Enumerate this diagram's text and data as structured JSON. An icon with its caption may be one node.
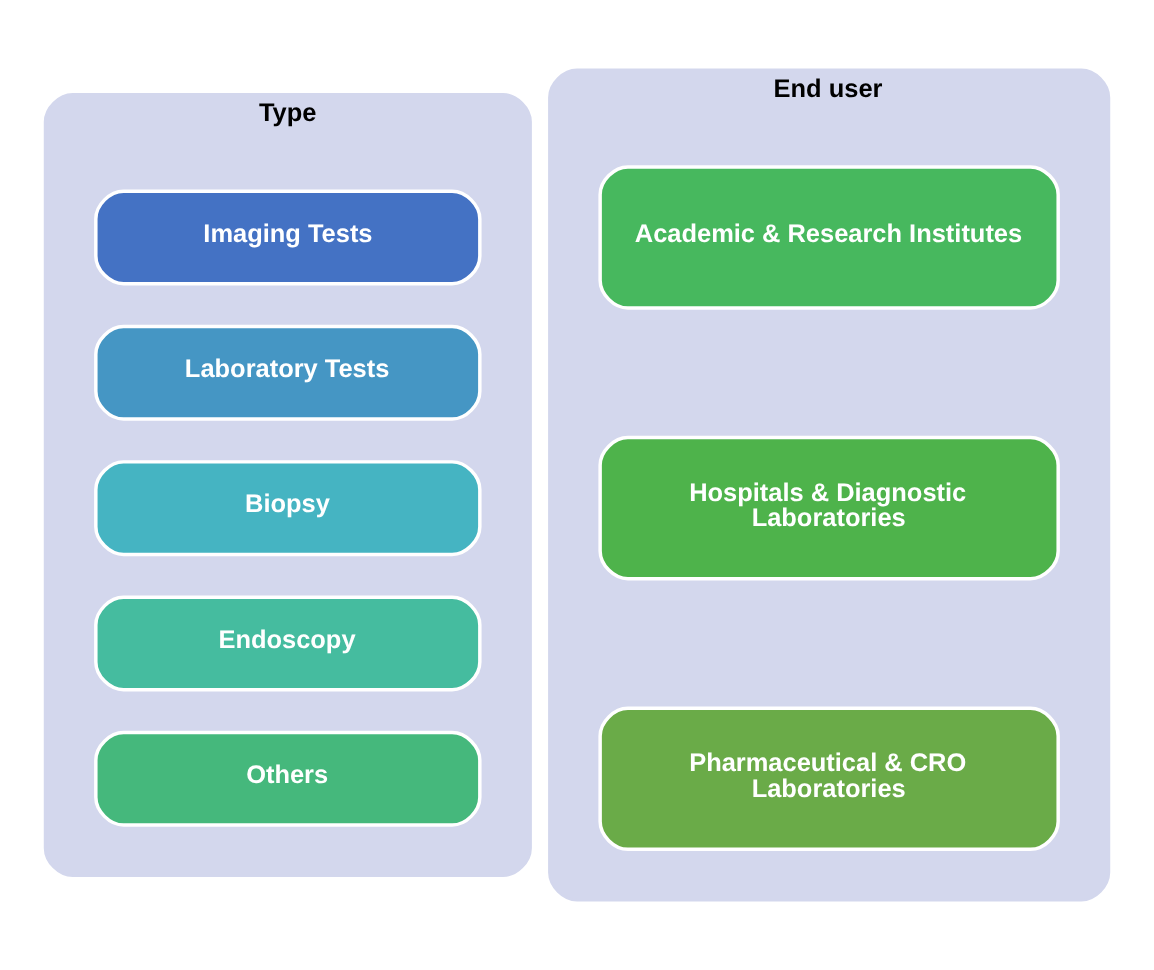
{
  "diagram": {
    "nodes": [
      {
        "text": [
          "Type"
        ]
      },
      {
        "text": [
          "Imaging Tests"
        ],
        "in": 0
      },
      {
        "text": [
          "Laboratory Tests"
        ],
        "in": 0
      },
      {
        "text": [
          "Biopsy"
        ],
        "in": 0
      },
      {
        "text": [
          "Endoscopy"
        ],
        "in": 0
      },
      {
        "text": [
          "Others"
        ],
        "in": 0
      },
      {
        "text": [
          "End user"
        ]
      },
      {
        "text": [
          "Academic & Research Institutes"
        ],
        "in": 6
      },
      {
        "text": [
          "Hospitals & Diagnostic Laboratories"
        ],
        "in": 6
      },
      {
        "text": [
          "Pharmaceutical & CRO Laboratories"
        ],
        "in": 6
      }
    ]
  }
}
